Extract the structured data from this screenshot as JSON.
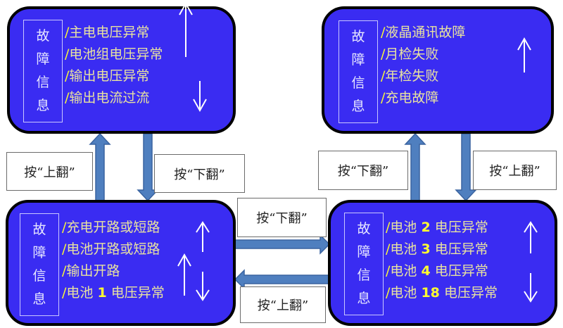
{
  "colors": {
    "panel_bg": "#3a2cf2",
    "panel_border": "#000000",
    "item_text": "#e8e2a0",
    "number_text": "#ffff30",
    "arrow_fill": "#4f7fbf",
    "arrow_stroke": "#3a63a0"
  },
  "panels": [
    {
      "id": "top-left",
      "label_chars": [
        "故",
        "障",
        "信",
        "息"
      ],
      "items": [
        {
          "prefix": "/",
          "text": "主电电压异常"
        },
        {
          "prefix": "/",
          "text": "电池组电压异常"
        },
        {
          "prefix": "/",
          "text": "输出电压异常"
        },
        {
          "prefix": "/",
          "text": "输出电流过流"
        }
      ],
      "scroll_arrows": [
        "up",
        "down"
      ]
    },
    {
      "id": "top-right",
      "label_chars": [
        "故",
        "障",
        "信",
        "息"
      ],
      "items": [
        {
          "prefix": "/",
          "text": "液晶通讯故障"
        },
        {
          "prefix": "/",
          "text": "月检失败"
        },
        {
          "prefix": "/",
          "text": "年检失败"
        },
        {
          "prefix": "/",
          "text": "充电故障"
        }
      ],
      "scroll_arrows": [
        "up"
      ]
    },
    {
      "id": "bottom-left",
      "label_chars": [
        "故",
        "障",
        "信",
        "息"
      ],
      "items": [
        {
          "prefix": "/",
          "text": "充电开路或短路"
        },
        {
          "prefix": "/",
          "text": "电池开路或短路"
        },
        {
          "prefix": "/",
          "text": "输出开路"
        },
        {
          "prefix": "/",
          "pre": "电池 ",
          "num": "1",
          "post": " 电压异常"
        }
      ],
      "scroll_arrows": [
        "up",
        "up",
        "down"
      ]
    },
    {
      "id": "bottom-right",
      "label_chars": [
        "故",
        "障",
        "信",
        "息"
      ],
      "items": [
        {
          "prefix": "/",
          "pre": "电池 ",
          "num": "2",
          "post": " 电压异常"
        },
        {
          "prefix": "/",
          "pre": "电池 ",
          "num": "3",
          "post": " 电压异常"
        },
        {
          "prefix": "/",
          "pre": "电池 ",
          "num": "4",
          "post": " 电压异常"
        },
        {
          "prefix": "/",
          "pre": "电池 ",
          "num": "18",
          "post": " 电压异常"
        }
      ],
      "scroll_arrows": [
        "up",
        "down"
      ]
    }
  ],
  "transitions": [
    {
      "id": "bl-to-tl",
      "label": "按“上翻”",
      "direction": "up"
    },
    {
      "id": "tl-to-bl",
      "label": "按“下翻”",
      "direction": "down"
    },
    {
      "id": "br-to-tr",
      "label": "按“下翻”",
      "direction": "up"
    },
    {
      "id": "tr-to-br",
      "label": "按“上翻”",
      "direction": "down"
    },
    {
      "id": "bl-to-br",
      "label": "按“下翻”",
      "direction": "right"
    },
    {
      "id": "br-to-bl",
      "label": "按“上翻”",
      "direction": "left"
    }
  ]
}
